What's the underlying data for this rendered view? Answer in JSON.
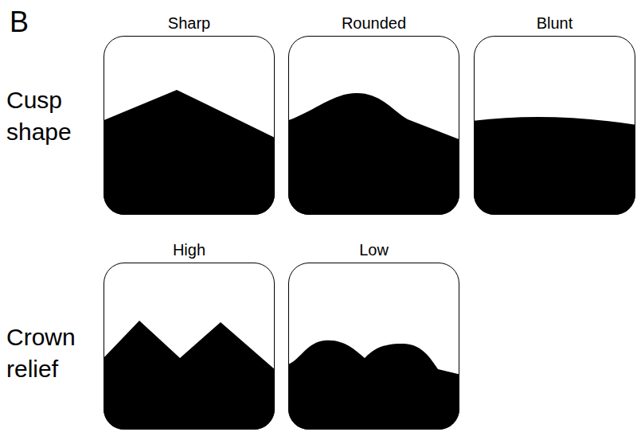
{
  "diagram": {
    "nodes": [
      {
        "text": [
          "Sharp"
        ]
      },
      {
        "text": [
          "Rounded"
        ]
      },
      {
        "text": [
          "Blunt"
        ]
      },
      {
        "text": [
          "High"
        ]
      },
      {
        "text": [
          "Low"
        ]
      }
    ],
    "labels": [
      "B",
      "Cusp shape",
      "Crown relief"
    ]
  }
}
